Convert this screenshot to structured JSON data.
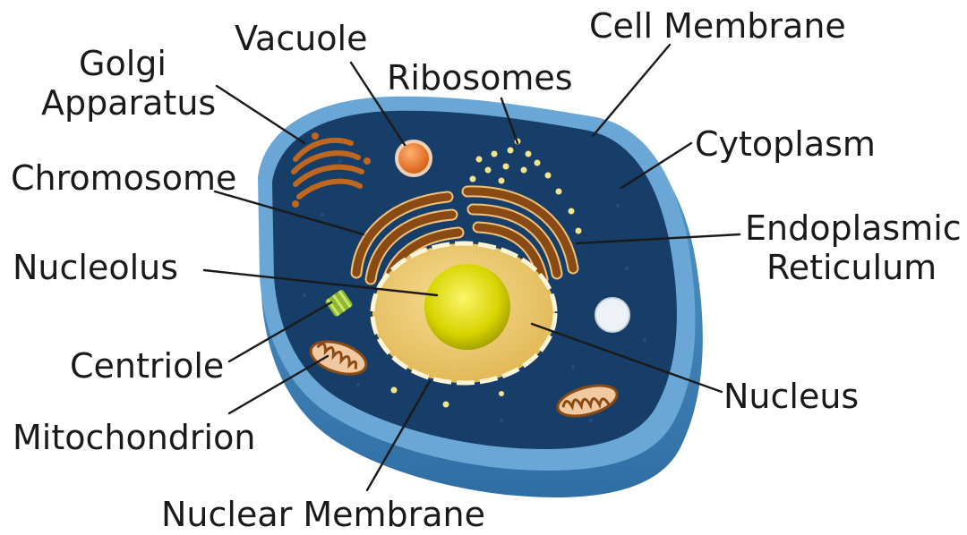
{
  "labels": {
    "golgi_line1": "Golgi",
    "golgi_line2": "Apparatus",
    "vacuole": "Vacuole",
    "ribosomes": "Ribosomes",
    "cell_membrane": "Cell Membrane",
    "cytoplasm": "Cytoplasm",
    "chromosome": "Chromosome",
    "er_line1": "Endoplasmic",
    "er_line2": "Reticulum",
    "nucleolus": "Nucleolus",
    "centriole": "Centriole",
    "nucleus": "Nucleus",
    "mitochondrion": "Mitochondrion",
    "nuclear_membrane": "Nuclear Membrane"
  },
  "colors": {
    "membrane_outer": "#4f8fc2",
    "membrane_light": "#7fb3dc",
    "cytoplasm": "#143b63",
    "organelle_brown": "#8a4a14",
    "organelle_rim": "#d9a05a",
    "nucleus_outer": "#e9c46a",
    "nucleus_inner": "#f4d98a",
    "nucleolus": "#d7d400",
    "vacuole_orange": "#e8731f",
    "vacuole_white": "#eef2f6",
    "centriole": "#8fb832",
    "ribosome": "#f3e58a"
  }
}
